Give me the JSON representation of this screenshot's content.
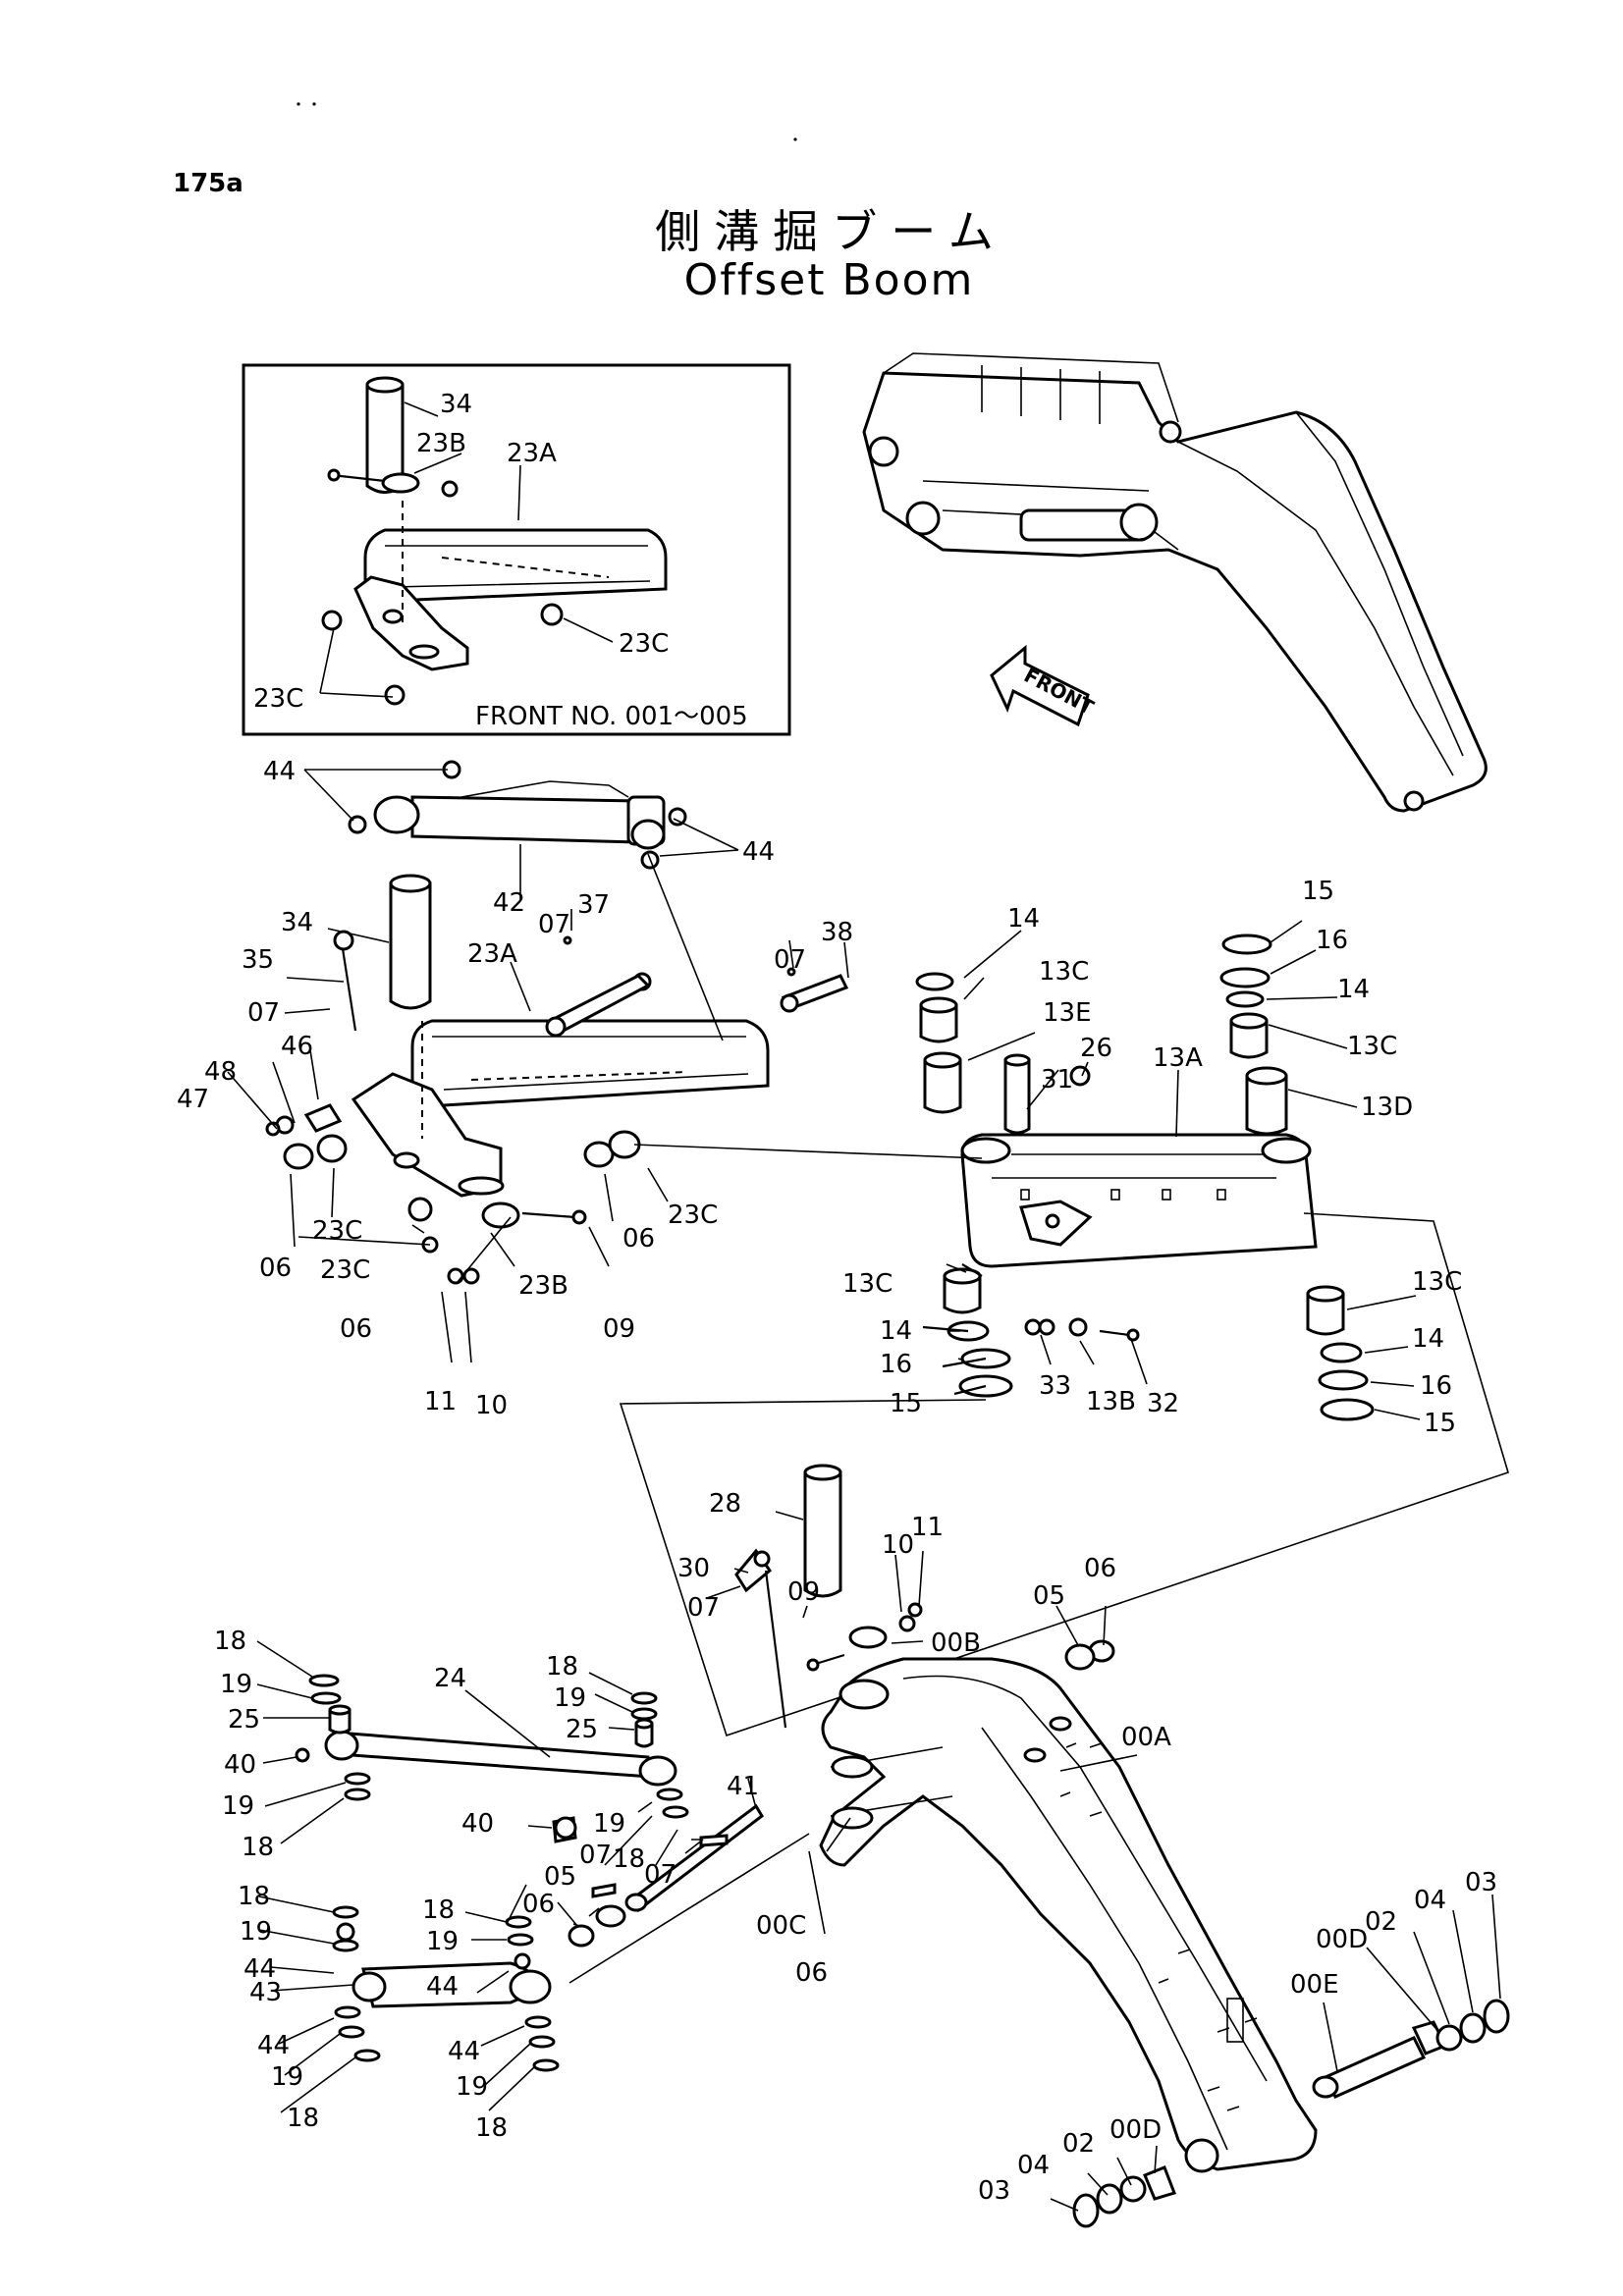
{
  "page_number": "175a",
  "title_jp": "側溝掘ブーム",
  "title_en": "Offset Boom",
  "inset_caption": "FRONT NO. 001～005",
  "front_arrow_label": "FRONT",
  "callouts": {
    "inset_34": "34",
    "inset_23B": "23B",
    "inset_23A": "23A",
    "inset_23C_r": "23C",
    "inset_23C_l": "23C",
    "c44a": "44",
    "c44b": "44",
    "c42": "42",
    "c34": "34",
    "c35": "35",
    "c07a": "07",
    "c46": "46",
    "c48": "48",
    "c47": "47",
    "c23A": "23A",
    "c07b": "07",
    "c37": "37",
    "c07c": "07",
    "c38": "38",
    "c06a": "06",
    "c23Ca": "23C",
    "c23Cb": "23C",
    "c06b": "06",
    "c06c": "06",
    "c23Cc": "23C",
    "c23B": "23B",
    "c09a": "09",
    "c11a": "11",
    "c10a": "10",
    "c14a": "14",
    "c13Ca": "13C",
    "c13E": "13E",
    "c26": "26",
    "c31": "31",
    "c13A": "13A",
    "c15a": "15",
    "c16a": "16",
    "c14b": "14",
    "c13Cb": "13C",
    "c13D": "13D",
    "c13Cc": "13C",
    "c14c": "14",
    "c16b": "16",
    "c15b": "15",
    "c33": "33",
    "c13B": "13B",
    "c32": "32",
    "c13Cd": "13C",
    "c14d": "14",
    "c16c": "16",
    "c15c": "15",
    "c28": "28",
    "c30": "30",
    "c07d": "07",
    "c09b": "09",
    "c10b": "10",
    "c11b": "11",
    "c00B": "00B",
    "c05a": "05",
    "c06d": "06",
    "c00A": "00A",
    "c18a": "18",
    "c19a": "19",
    "c25a": "25",
    "c40a": "40",
    "c19b": "19",
    "c18b": "18",
    "c24": "24",
    "c18c": "18",
    "c19c": "19",
    "c25b": "25",
    "c40b": "40",
    "c19d": "19",
    "c41": "41",
    "c07e": "07",
    "c18d": "18",
    "c07f": "07",
    "c05b": "05",
    "c06e": "06",
    "c00C": "00C",
    "c06f": "06",
    "c18e": "18",
    "c19e": "19",
    "c44c": "44",
    "c43": "43",
    "c44d": "44",
    "c19f": "19",
    "c18f": "18",
    "c18g": "18",
    "c19g": "19",
    "c44e": "44",
    "c44f": "44",
    "c19h": "19",
    "c18h": "18",
    "c00E": "00E",
    "c00Da": "00D",
    "c02a": "02",
    "c04a": "04",
    "c03a": "03",
    "c03b": "03",
    "c04b": "04",
    "c02b": "02",
    "c00Db": "00D"
  }
}
